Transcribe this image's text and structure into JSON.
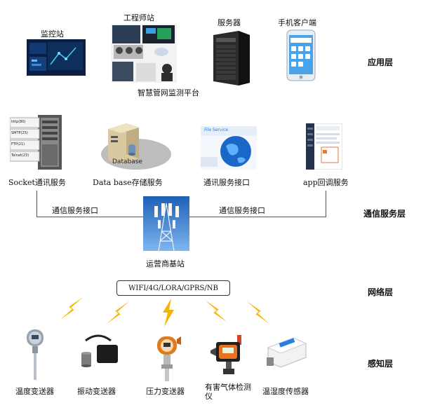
{
  "layers": {
    "app": "应用层",
    "comm_service": "通信服务层",
    "network": "网络层",
    "sensing": "感知层"
  },
  "app_layer": {
    "monitor_station": "监控站",
    "engineer_station": "工程师站",
    "server": "服务器",
    "mobile_client": "手机客户端",
    "platform": "智慧管网监测平台"
  },
  "service_layer": {
    "socket": "Socket通讯服务",
    "database_service": "Data base存储服务",
    "database_label": "Database",
    "comm_interface": "通讯服务接口",
    "app_callback": "app回调服务",
    "socket_rows": [
      "http(80)",
      "SMTP(25)",
      "FTP(21)",
      "Telnet(23)"
    ],
    "globe_caption": "File Service"
  },
  "comm_layer": {
    "left_interface": "通信服务接口",
    "right_interface": "通信服务接口",
    "base_station": "运营商基站"
  },
  "network_layer": {
    "protocols": "WIFI/4G/LORA/GPRS/NB"
  },
  "sensing_layer": {
    "temp_transmitter": "温度变送器",
    "vibration_transmitter": "振动变送器",
    "pressure_transmitter": "压力变送器",
    "gas_detector": "有害气体检测仪",
    "th_sensor": "温湿度传感器"
  },
  "colors": {
    "lightning": "#f5b400",
    "sky": "#1e6fd0",
    "accent": "#2a7de1"
  }
}
